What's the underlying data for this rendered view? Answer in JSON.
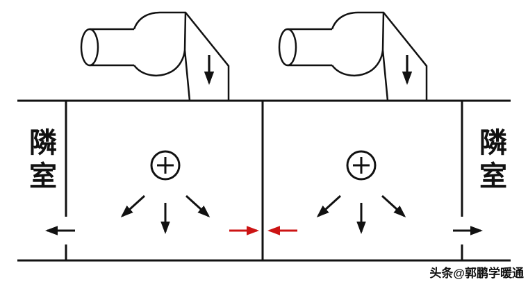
{
  "diagram": {
    "left_room_label": "隣室",
    "right_room_label": "隣室",
    "pressure_symbol": "+",
    "watermark": "头条@郭鹏学暖通",
    "colors": {
      "line": "#111111",
      "red_arrow": "#cc1414",
      "background": "#ffffff"
    }
  }
}
